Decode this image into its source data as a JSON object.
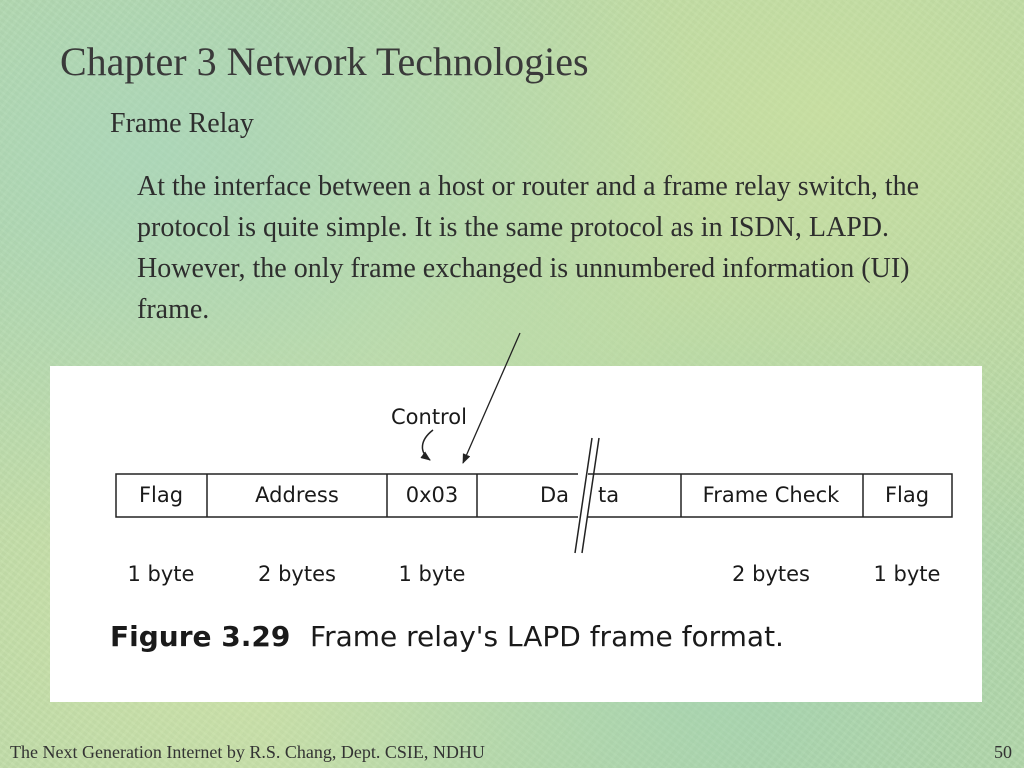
{
  "slide": {
    "title": "Chapter 3  Network Technologies",
    "subtitle": "Frame Relay",
    "paragraph": "At the interface between a host or router and a frame relay switch, the protocol is quite simple. It is the same protocol as in ISDN, LAPD. However, the only frame exchanged is unnumbered information (UI) frame."
  },
  "figure": {
    "control_label": "Control",
    "fields": [
      {
        "label": "Flag",
        "size": "1 byte"
      },
      {
        "label": "Address",
        "size": "2 bytes"
      },
      {
        "label": "0x03",
        "size": "1 byte"
      },
      {
        "label_left": "Da",
        "label_right": "ta",
        "size": ""
      },
      {
        "label": "Frame Check",
        "size": "2 bytes"
      },
      {
        "label": "Flag",
        "size": "1 byte"
      }
    ],
    "caption_number": "Figure 3.29",
    "caption_text": "Frame relay's LAPD frame format."
  },
  "footer": {
    "left": "The Next Generation Internet by R.S. Chang, Dept. CSIE, NDHU",
    "page_number": "50"
  }
}
